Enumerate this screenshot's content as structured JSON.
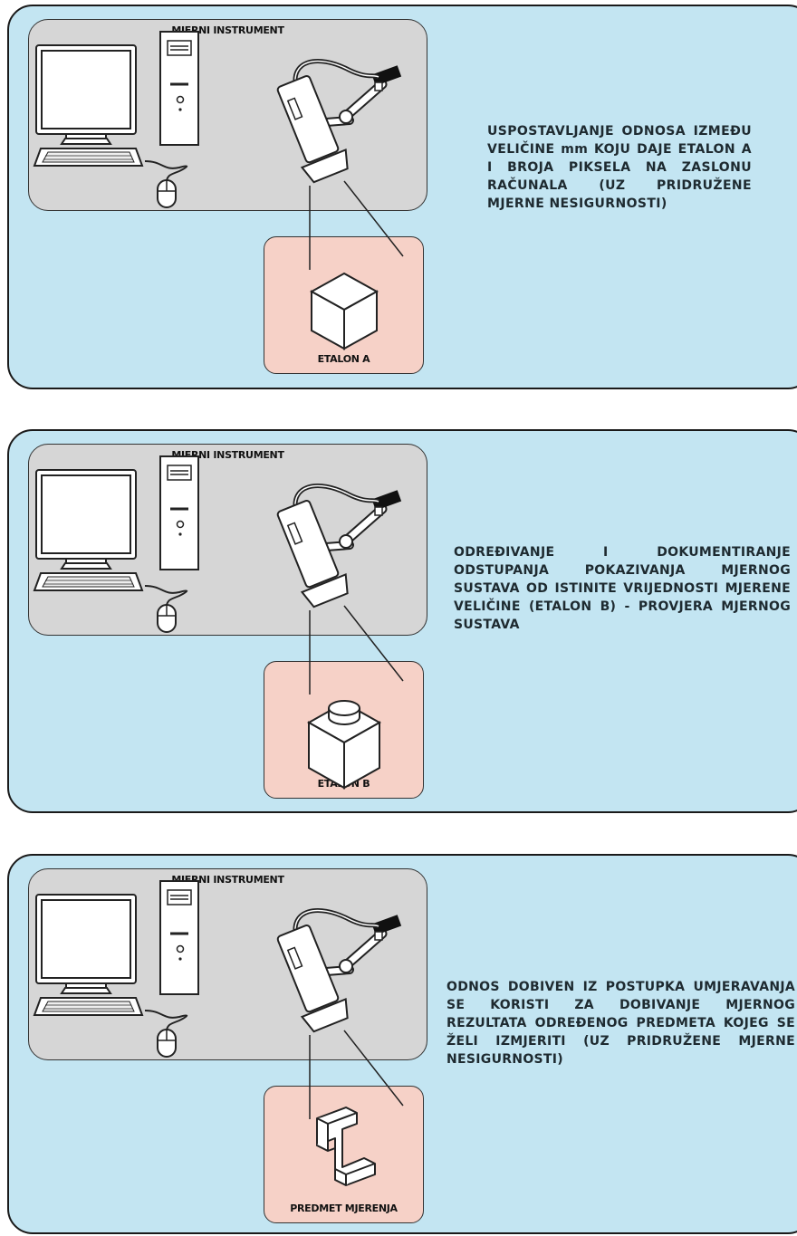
{
  "panels": [
    {
      "instrument_label": "MJERNI INSTRUMENT",
      "object_label": "ETALON A",
      "object_icon": "cube-icon",
      "description": "USPOSTAVLJANJE ODNOSA IZMEĐU VELIČINE mm KOJU DAJE ETALON A I BROJA PIKSELA NA ZASLONU RAČUNALA (UZ PRIDRUŽENE MJERNE NESIGURNOSTI)"
    },
    {
      "instrument_label": "MJERNI INSTRUMENT",
      "object_label": "ETALON B",
      "object_icon": "cube-with-cylinder-icon",
      "description": "ODREĐIVANJE I DOKUMENTIRANJE ODSTUPANJA POKAZIVANJA MJERNOG SUSTAVA OD ISTINITE VRIJEDNOSTI MJERENE VELIČINE (ETALON B) - PROVJERA MJERNOG SUSTAVA"
    },
    {
      "instrument_label": "MJERNI INSTRUMENT",
      "object_label": "PREDMET MJERENJA",
      "object_icon": "z-shaped-part-icon",
      "description": "ODNOS DOBIVEN IZ POSTUPKA UMJERAVANJA SE KORISTI ZA DOBIVANJE MJERNOG REZULTATA ODREĐENOG PREDMETA KOJEG SE ŽELI IZMJERITI (UZ PRIDRUŽENE MJERNE NESIGURNOSTI)"
    }
  ],
  "colors": {
    "panel_background": "#c3e5f2",
    "instrument_background": "#d6d6d6",
    "object_background": "#f6d1c7",
    "outline": "#1a1a1a"
  }
}
